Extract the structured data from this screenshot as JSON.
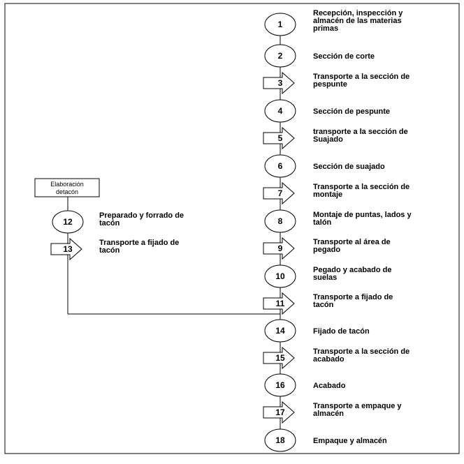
{
  "header_box": {
    "lines": [
      "Elaboración",
      "detacón"
    ]
  },
  "main_steps": [
    {
      "num": "1",
      "shape": "operation",
      "lines": [
        "Recepción, inspección y",
        "almacén de las materias",
        "primas"
      ]
    },
    {
      "num": "2",
      "shape": "operation",
      "lines": [
        "Sección de corte"
      ]
    },
    {
      "num": "3",
      "shape": "transport",
      "lines": [
        "Transporte a la sección de",
        "pespunte"
      ]
    },
    {
      "num": "4",
      "shape": "operation",
      "lines": [
        "Sección de pespunte"
      ]
    },
    {
      "num": "5",
      "shape": "transport",
      "lines": [
        "transporte a la sección de",
        "Suajado"
      ]
    },
    {
      "num": "6",
      "shape": "operation",
      "lines": [
        "Sección de suajado"
      ]
    },
    {
      "num": "7",
      "shape": "transport",
      "lines": [
        "Transporte a la sección de",
        "montaje"
      ]
    },
    {
      "num": "8",
      "shape": "operation",
      "lines": [
        "Montaje de puntas, lados y",
        "talón"
      ]
    },
    {
      "num": "9",
      "shape": "transport",
      "lines": [
        "Transporte al área de",
        "pegado"
      ]
    },
    {
      "num": "10",
      "shape": "operation",
      "lines": [
        "Pegado y acabado de",
        "suelas"
      ]
    },
    {
      "num": "11",
      "shape": "transport",
      "lines": [
        "Transporte a fijado de",
        "tacón"
      ]
    },
    {
      "num": "14",
      "shape": "operation",
      "lines": [
        "Fijado de tacón"
      ]
    },
    {
      "num": "15",
      "shape": "transport",
      "lines": [
        "Transporte a la sección de",
        "acabado"
      ]
    },
    {
      "num": "16",
      "shape": "operation",
      "lines": [
        "Acabado"
      ]
    },
    {
      "num": "17",
      "shape": "transport",
      "lines": [
        "Transporte a empaque y",
        "almacén"
      ]
    },
    {
      "num": "18",
      "shape": "operation",
      "lines": [
        "Empaque y almacén"
      ]
    }
  ],
  "branch_steps": [
    {
      "num": "12",
      "shape": "operation",
      "lines": [
        "Preparado y forrado de",
        "tacón"
      ]
    },
    {
      "num": "13",
      "shape": "transport",
      "lines": [
        "Transporte a fijado de",
        "tacón"
      ]
    }
  ]
}
